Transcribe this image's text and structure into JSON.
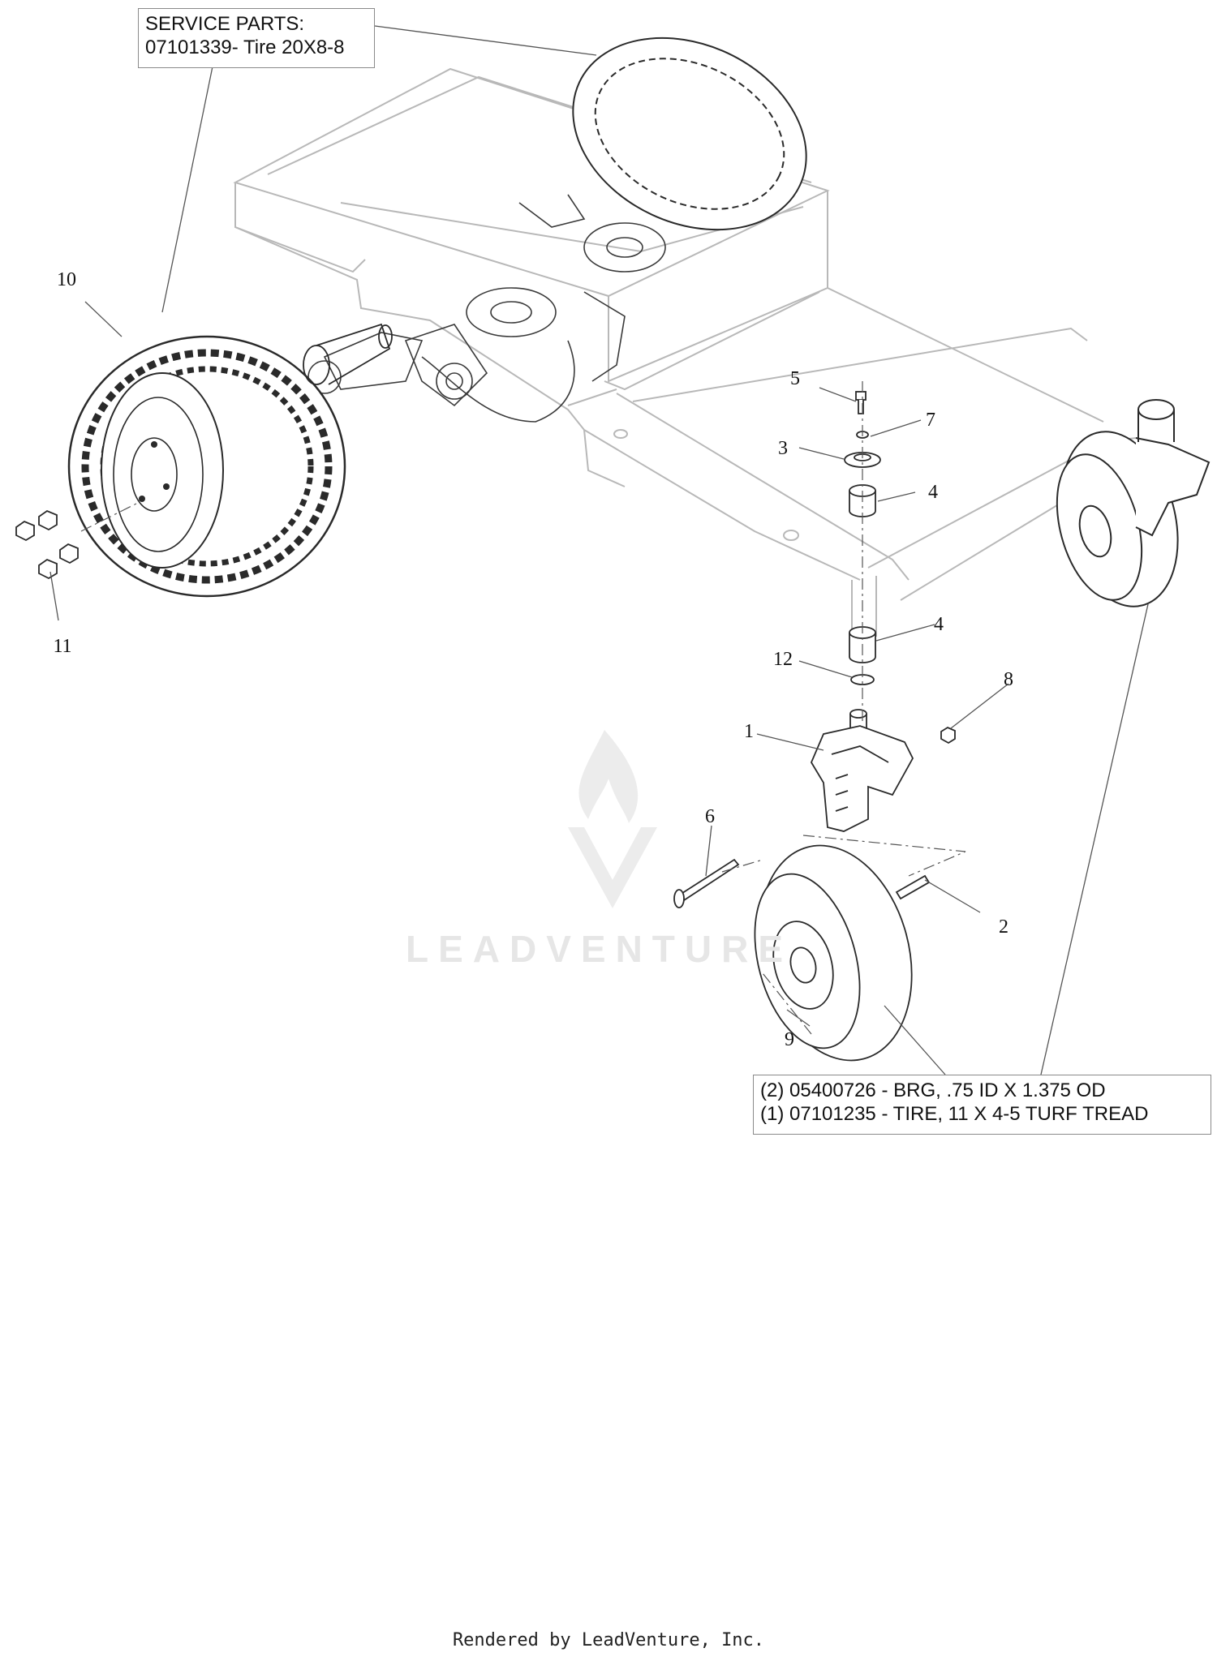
{
  "service_parts": {
    "line1": "SERVICE PARTS:",
    "line2": "07101339- Tire 20X8-8"
  },
  "caster_parts": {
    "line1": "(2) 05400726 - BRG, .75 ID X 1.375 OD",
    "line2": "(1) 07101235 - TIRE, 11 X 4-5 TURF TREAD"
  },
  "part_numbers": [
    "1",
    "2",
    "3",
    "4",
    "4",
    "5",
    "6",
    "7",
    "8",
    "9",
    "10",
    "11",
    "12"
  ],
  "watermark": "LEADVENTURE",
  "footer": "Rendered by LeadVenture, Inc.",
  "colors": {
    "frame": "#b8b8b8",
    "tire": "#2a2a2a",
    "leader": "#555555"
  }
}
